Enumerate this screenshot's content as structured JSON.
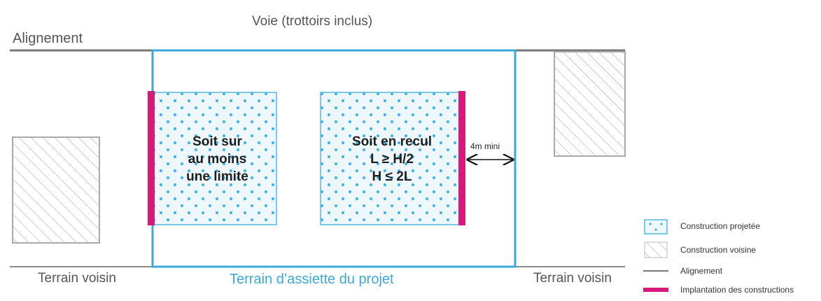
{
  "labels": {
    "voie": "Voie (trottoirs inclus)",
    "alignement": "Alignement",
    "terrain_voisin_left": "Terrain voisin",
    "terrain_voisin_right": "Terrain voisin",
    "terrain_projet": "Terrain d’assiette du projet",
    "distance": "4m mini"
  },
  "buildings": {
    "left_lines": [
      "Soit sur",
      "au moins",
      "une  limite"
    ],
    "right_lines": [
      "Soit en recul",
      "L ≥ H/2",
      "H ≤ 2L"
    ]
  },
  "legend": [
    {
      "label": "Construction projetée",
      "swatch": "dotted"
    },
    {
      "label": "Construction voisine",
      "swatch": "hatched"
    },
    {
      "label": "Alignement",
      "swatch": "line"
    },
    {
      "label": "Implantation des constructions",
      "swatch": "magenta"
    }
  ],
  "colors": {
    "project_blue": "#3aa8d8",
    "magenta": "#d6197a",
    "gray": "#8c8c8c",
    "dot": "#3fb5e5",
    "fill": "#eef8fc"
  }
}
